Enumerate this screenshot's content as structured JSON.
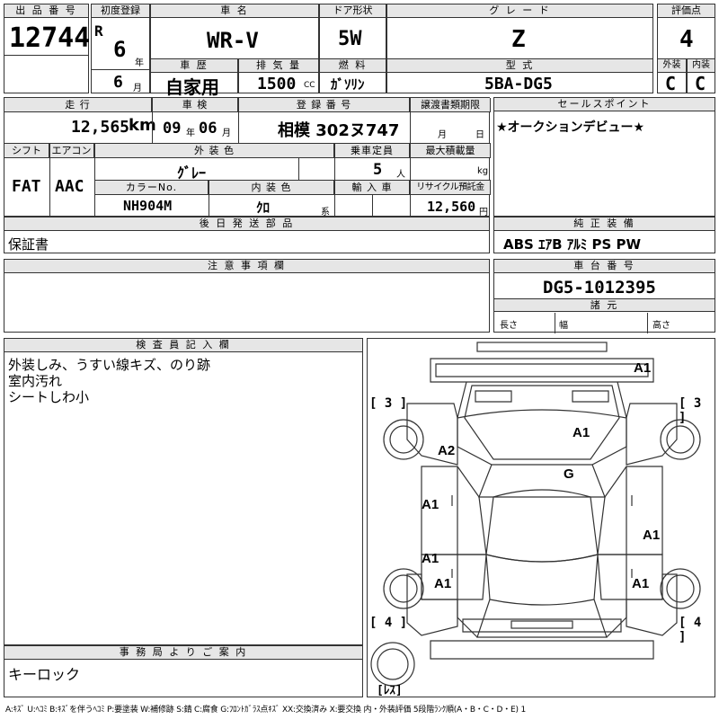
{
  "header": {
    "lot_label": "出 品 番 号",
    "lot": "12744",
    "reg_label": "初度登録",
    "era": "R",
    "reg_year": "6",
    "year_unit": "年",
    "reg_month": "6",
    "month_unit": "月",
    "car_label": "車 名",
    "car": "WR-V",
    "door_label": "ドア形状",
    "door": "5W",
    "grade_label": "グ レ ー ド",
    "grade": "Z",
    "score_label": "評価点",
    "score": "4",
    "history_label": "車 歴",
    "history": "自家用",
    "cc_label": "排 気 量",
    "cc": "1500",
    "cc_unit": "CC",
    "fuel_label": "燃 料",
    "fuel": "ｶﾞｿﾘﾝ",
    "model_label": "型 式",
    "model": "5BA-DG5",
    "ext_label": "外装",
    "ext": "C",
    "int_label": "内装",
    "int": "C"
  },
  "row2": {
    "mileage_label": "走 行",
    "mileage": "12,565",
    "mileage_unit": "km",
    "inspect_label": "車 検",
    "inspect_y": "09",
    "inspect_y_unit": "年",
    "inspect_m": "06",
    "inspect_m_unit": "月",
    "plate_label": "登 録 番 号",
    "plate": "相模 302ヌ747",
    "transfer_label": "譲渡書類期限",
    "transfer_m_unit": "月",
    "transfer_d_unit": "日",
    "sales_label": "セールスポイント",
    "sales": "★オークションデビュー★",
    "shift_label": "シフト",
    "shift": "FAT",
    "ac_label": "エアコン",
    "ac": "AAC",
    "color_label": "外 装 色",
    "color": "ｸﾞﾚｰ",
    "capacity_label": "乗車定員",
    "capacity": "5",
    "capacity_unit": "人",
    "load_label": "最大積載量",
    "load_unit": "kg",
    "colorno_label": "カラーNo.",
    "colorno": "NH904M",
    "interior_label": "内 装 色",
    "interior": "ｸﾛ",
    "interior_unit": "系",
    "import_label": "輸 入 車",
    "recycle_label": "リサイクル預託金",
    "recycle": "12,560",
    "recycle_unit": "円"
  },
  "parts": {
    "label": "後 日 発 送 部 品",
    "value": "保証書"
  },
  "equipment": {
    "label": "純 正 装 備",
    "value": "ABS ｴｱB ｱﾙﾐ PS PW"
  },
  "notes": {
    "label": "注 意 事 項 欄",
    "value": ""
  },
  "chassis": {
    "label": "車 台 番 号",
    "value": "DG5-1012395",
    "spec_label": "諸 元",
    "len": "長さ",
    "wid": "幅",
    "hei": "高さ"
  },
  "inspector": {
    "label": "検 査 員 記 入 欄",
    "lines": [
      "外装しみ、うすい線キズ、のり跡",
      "室内汚れ",
      "シートしわ小"
    ]
  },
  "office": {
    "label": "事 務 局 よ り ご 案 内",
    "value": "キーロック"
  },
  "diagram": {
    "marks": [
      "A1",
      "A1",
      "A2",
      "G",
      "A1",
      "A1",
      "A1",
      "A1",
      "A1"
    ],
    "b3": "[ 3 ]",
    "b4": "[ 4 ]",
    "less": "[ﾚｽ]"
  },
  "footer": "A:ｷｽﾞ U:ﾍｺﾐ B:ｷｽﾞを伴うﾍｺﾐ P:要塗装 W:補修跡 S:錆 C:腐食 G:ﾌﾛﾝﾄｶﾞﾗｽ点ｷｽﾞ XX:交換済み X:要交換 内・外装評価 5段階ﾗﾝｸ順(A・B・C・D・E) 1"
}
